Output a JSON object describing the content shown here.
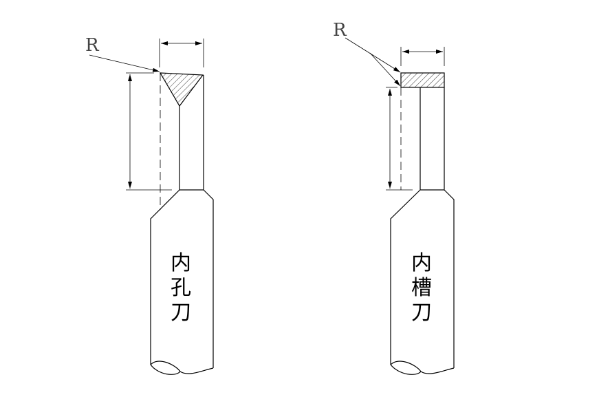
{
  "tools": [
    {
      "name": "boring-tool",
      "radius_label": "R",
      "chars": [
        "内",
        "孔",
        "刀"
      ]
    },
    {
      "name": "grooving-tool",
      "radius_label": "R",
      "chars": [
        "内",
        "槽",
        "刀"
      ]
    }
  ]
}
